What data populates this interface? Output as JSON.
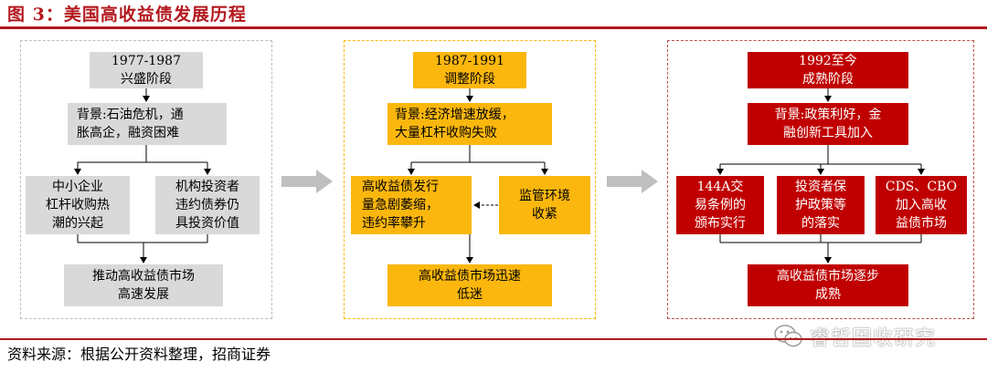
{
  "title": "图 3：美国高收益债发展历程",
  "source": "资料来源：根据公开资料整理，招商证券",
  "watermark": "睿哲固收研究",
  "colors": {
    "accent": "#b3181e",
    "gray": "#d9d9d9",
    "yellow": "#fbb70d",
    "red": "#c00000"
  },
  "stages": [
    {
      "header": "1977-1987\n兴盛阶段",
      "background": "背景:石油危机，通\n胀高企，融资困难",
      "causes": [
        "中小企业\n杠杆收购热\n潮的兴起",
        "机构投资者\n违约债券仍\n具投资价值"
      ],
      "result": "推动高收益债市场\n高速发展"
    },
    {
      "header": "1987-1991\n调整阶段",
      "background": "背景:经济增速放缓，\n大量杠杆收购失败",
      "causes": [
        "高收益债发行\n量急剧萎缩，\n违约率攀升",
        "监管环境\n收紧"
      ],
      "result": "高收益债市场迅速\n低迷"
    },
    {
      "header": "1992至今\n成熟阶段",
      "background": "背景:政策利好，金\n融创新工具加入",
      "causes": [
        "144A交\n易条例的\n颁布实行",
        "投资者保\n护政策等\n的落实",
        "CDS、CBO\n加入高收\n益债市场"
      ],
      "result": "高收益债市场逐步\n成熟"
    }
  ]
}
